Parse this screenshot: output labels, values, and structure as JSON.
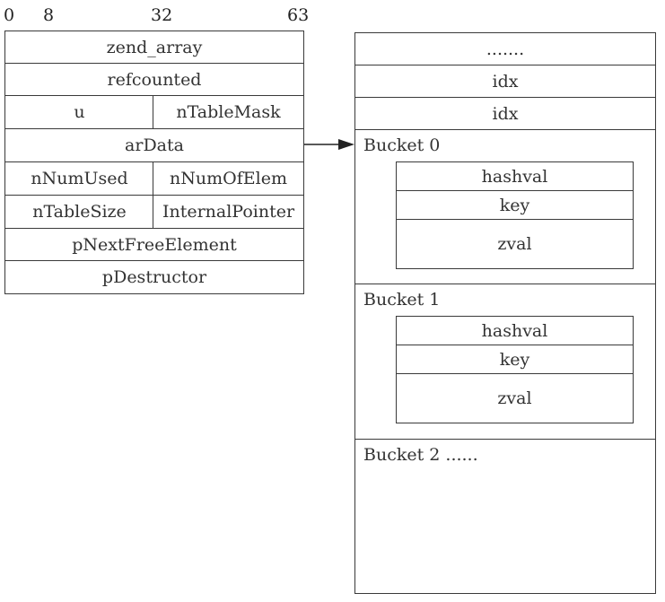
{
  "bit_ruler": {
    "ticks": [
      "0",
      "8",
      "32",
      "63"
    ]
  },
  "zend_array": {
    "rows": [
      {
        "cells": [
          "zend_array"
        ]
      },
      {
        "cells": [
          "refcounted"
        ]
      },
      {
        "cells": [
          "u",
          "nTableMask"
        ]
      },
      {
        "cells": [
          "arData"
        ]
      },
      {
        "cells": [
          "nNumUsed",
          "nNumOfElem"
        ]
      },
      {
        "cells": [
          "nTableSize",
          "InternalPointer"
        ]
      },
      {
        "cells": [
          "pNextFreeElement"
        ]
      },
      {
        "cells": [
          "pDestructor"
        ]
      }
    ]
  },
  "hash_table": {
    "header_rows": [
      ".......",
      "idx",
      "idx"
    ],
    "buckets": [
      {
        "label": "Bucket 0",
        "fields": [
          "hashval",
          "key",
          "zval"
        ]
      },
      {
        "label": "Bucket 1",
        "fields": [
          "hashval",
          "key",
          "zval"
        ]
      },
      {
        "label": "Bucket 2 ......",
        "fields": []
      }
    ]
  }
}
